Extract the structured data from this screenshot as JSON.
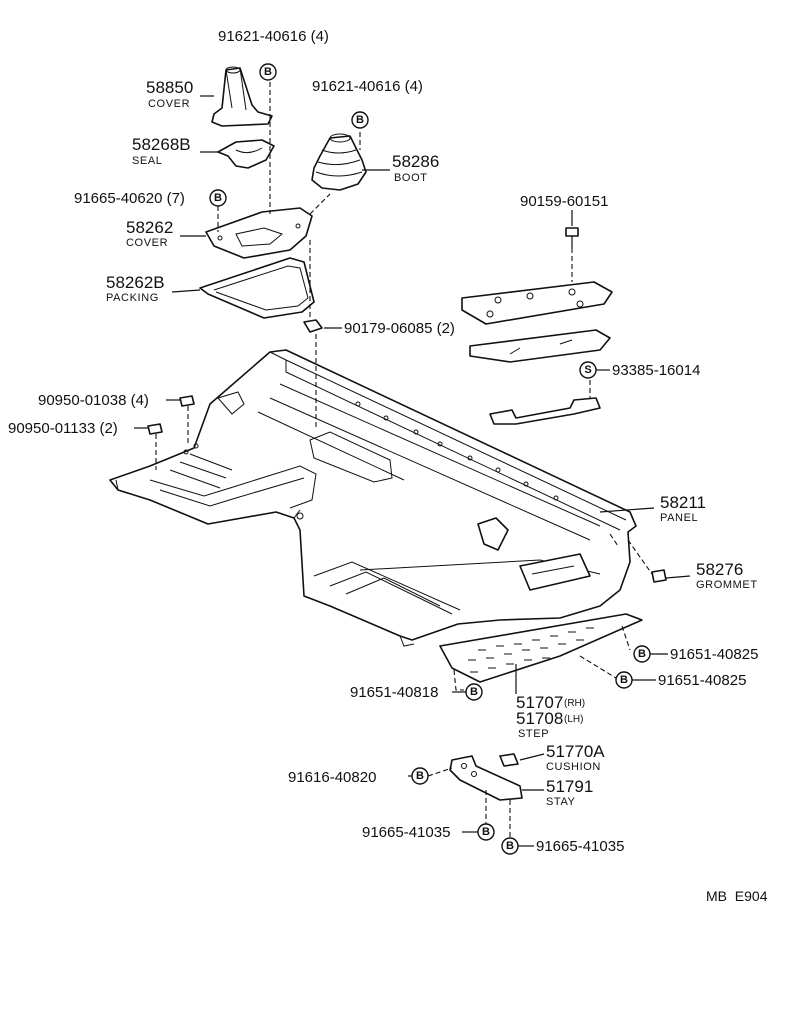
{
  "labels": {
    "p91621a": "91621-40616 (4)",
    "p58850": "58850",
    "p58850n": "COVER",
    "p91621b": "91621-40616 (4)",
    "p58268b": "58268B",
    "p58268bn": "SEAL",
    "p58286": "58286",
    "p58286n": "BOOT",
    "p91665a": "91665-40620 (7)",
    "p58262": "58262",
    "p58262n": "COVER",
    "p58262b": "58262B",
    "p58262bn": "PACKING",
    "p90179": "90179-06085 (2)",
    "p90159": "90159-60151",
    "p93385": "93385-16014",
    "p90950a": "90950-01038 (4)",
    "p90950b": "90950-01133 (2)",
    "p58211": "58211",
    "p58211n": "PANEL",
    "p58276": "58276",
    "p58276n": "GROMMET",
    "p91651a": "91651-40825",
    "p91651b": "91651-40825",
    "p91651c": "91651-40818",
    "p51707": "51707",
    "p51707s": "(RH)",
    "p51708": "51708",
    "p51708s": "(LH)",
    "p5170xn": "STEP",
    "p51770a": "51770A",
    "p51770an": "CUSHION",
    "p91616": "91616-40820",
    "p51791": "51791",
    "p51791n": "STAY",
    "p91665b": "91665-41035",
    "p91665c": "91665-41035",
    "footer": "MB  E904"
  },
  "callouts": {
    "b": "B",
    "s": "S"
  }
}
